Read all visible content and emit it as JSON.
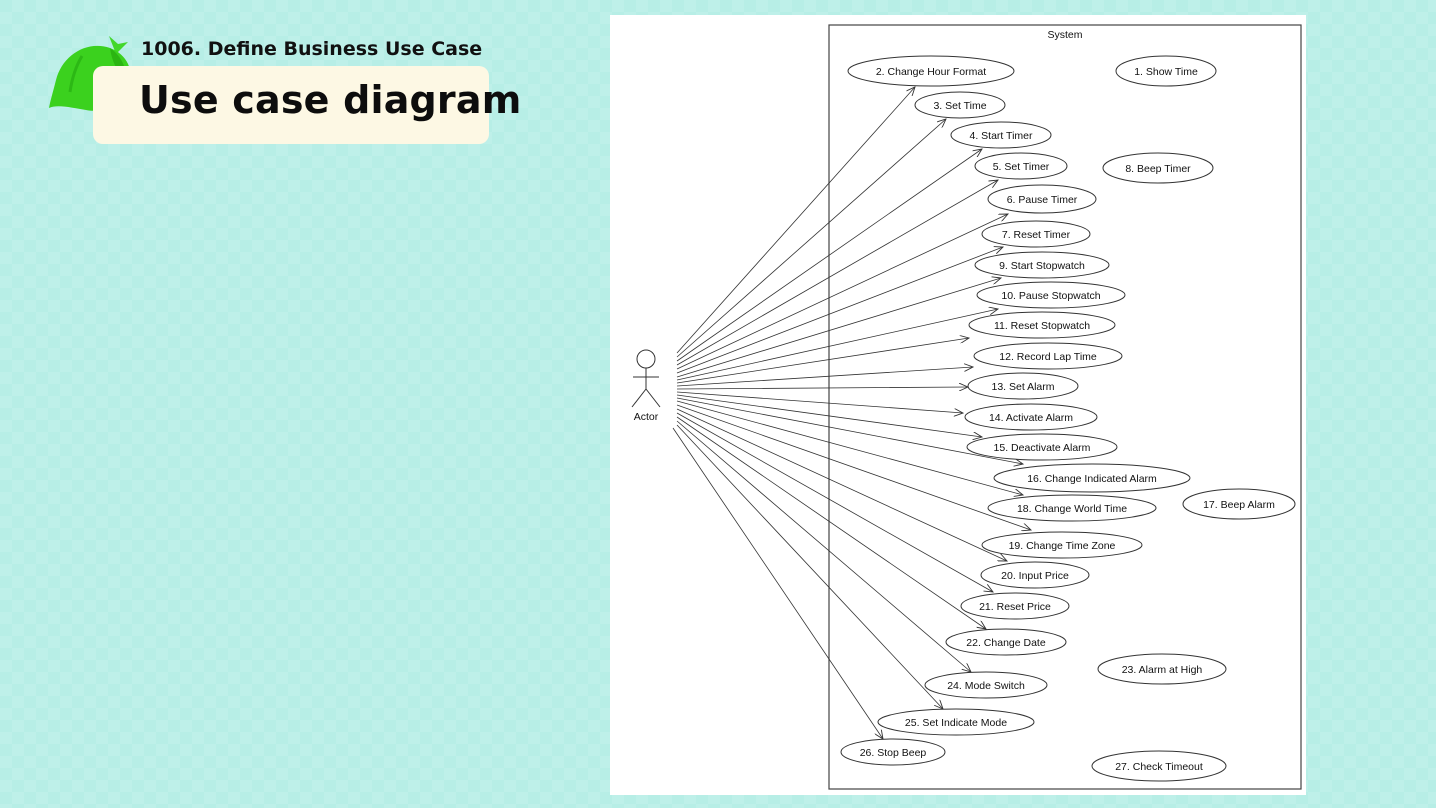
{
  "header": {
    "subtitle": "1006. Define Business Use Case",
    "title": "Use case diagram"
  },
  "diagram": {
    "system_label": "System",
    "actor_label": "Actor",
    "use_cases": [
      {
        "id": 1,
        "label": "1. Show Time",
        "linked": false
      },
      {
        "id": 2,
        "label": "2. Change Hour Format",
        "linked": true
      },
      {
        "id": 3,
        "label": "3. Set Time",
        "linked": true
      },
      {
        "id": 4,
        "label": "4. Start Timer",
        "linked": true
      },
      {
        "id": 5,
        "label": "5. Set Timer",
        "linked": true
      },
      {
        "id": 6,
        "label": "6. Pause Timer",
        "linked": true
      },
      {
        "id": 7,
        "label": "7. Reset Timer",
        "linked": true
      },
      {
        "id": 8,
        "label": "8. Beep Timer",
        "linked": false
      },
      {
        "id": 9,
        "label": "9. Start Stopwatch",
        "linked": true
      },
      {
        "id": 10,
        "label": "10. Pause Stopwatch",
        "linked": true
      },
      {
        "id": 11,
        "label": "11. Reset Stopwatch",
        "linked": true
      },
      {
        "id": 12,
        "label": "12. Record Lap Time",
        "linked": true
      },
      {
        "id": 13,
        "label": "13. Set Alarm",
        "linked": true
      },
      {
        "id": 14,
        "label": "14. Activate Alarm",
        "linked": true
      },
      {
        "id": 15,
        "label": "15. Deactivate Alarm",
        "linked": true
      },
      {
        "id": 16,
        "label": "16. Change Indicated Alarm",
        "linked": true
      },
      {
        "id": 17,
        "label": "17. Beep Alarm",
        "linked": false
      },
      {
        "id": 18,
        "label": "18. Change World Time",
        "linked": true
      },
      {
        "id": 19,
        "label": "19. Change Time Zone",
        "linked": true
      },
      {
        "id": 20,
        "label": "20. Input Price",
        "linked": true
      },
      {
        "id": 21,
        "label": "21. Reset Price",
        "linked": true
      },
      {
        "id": 22,
        "label": "22. Change Date",
        "linked": true
      },
      {
        "id": 23,
        "label": "23. Alarm at High",
        "linked": false
      },
      {
        "id": 24,
        "label": "24. Mode Switch",
        "linked": true
      },
      {
        "id": 25,
        "label": "25. Set Indicate Mode",
        "linked": true
      },
      {
        "id": 26,
        "label": "26. Stop Beep",
        "linked": true
      },
      {
        "id": 27,
        "label": "27. Check Timeout",
        "linked": false
      }
    ]
  }
}
